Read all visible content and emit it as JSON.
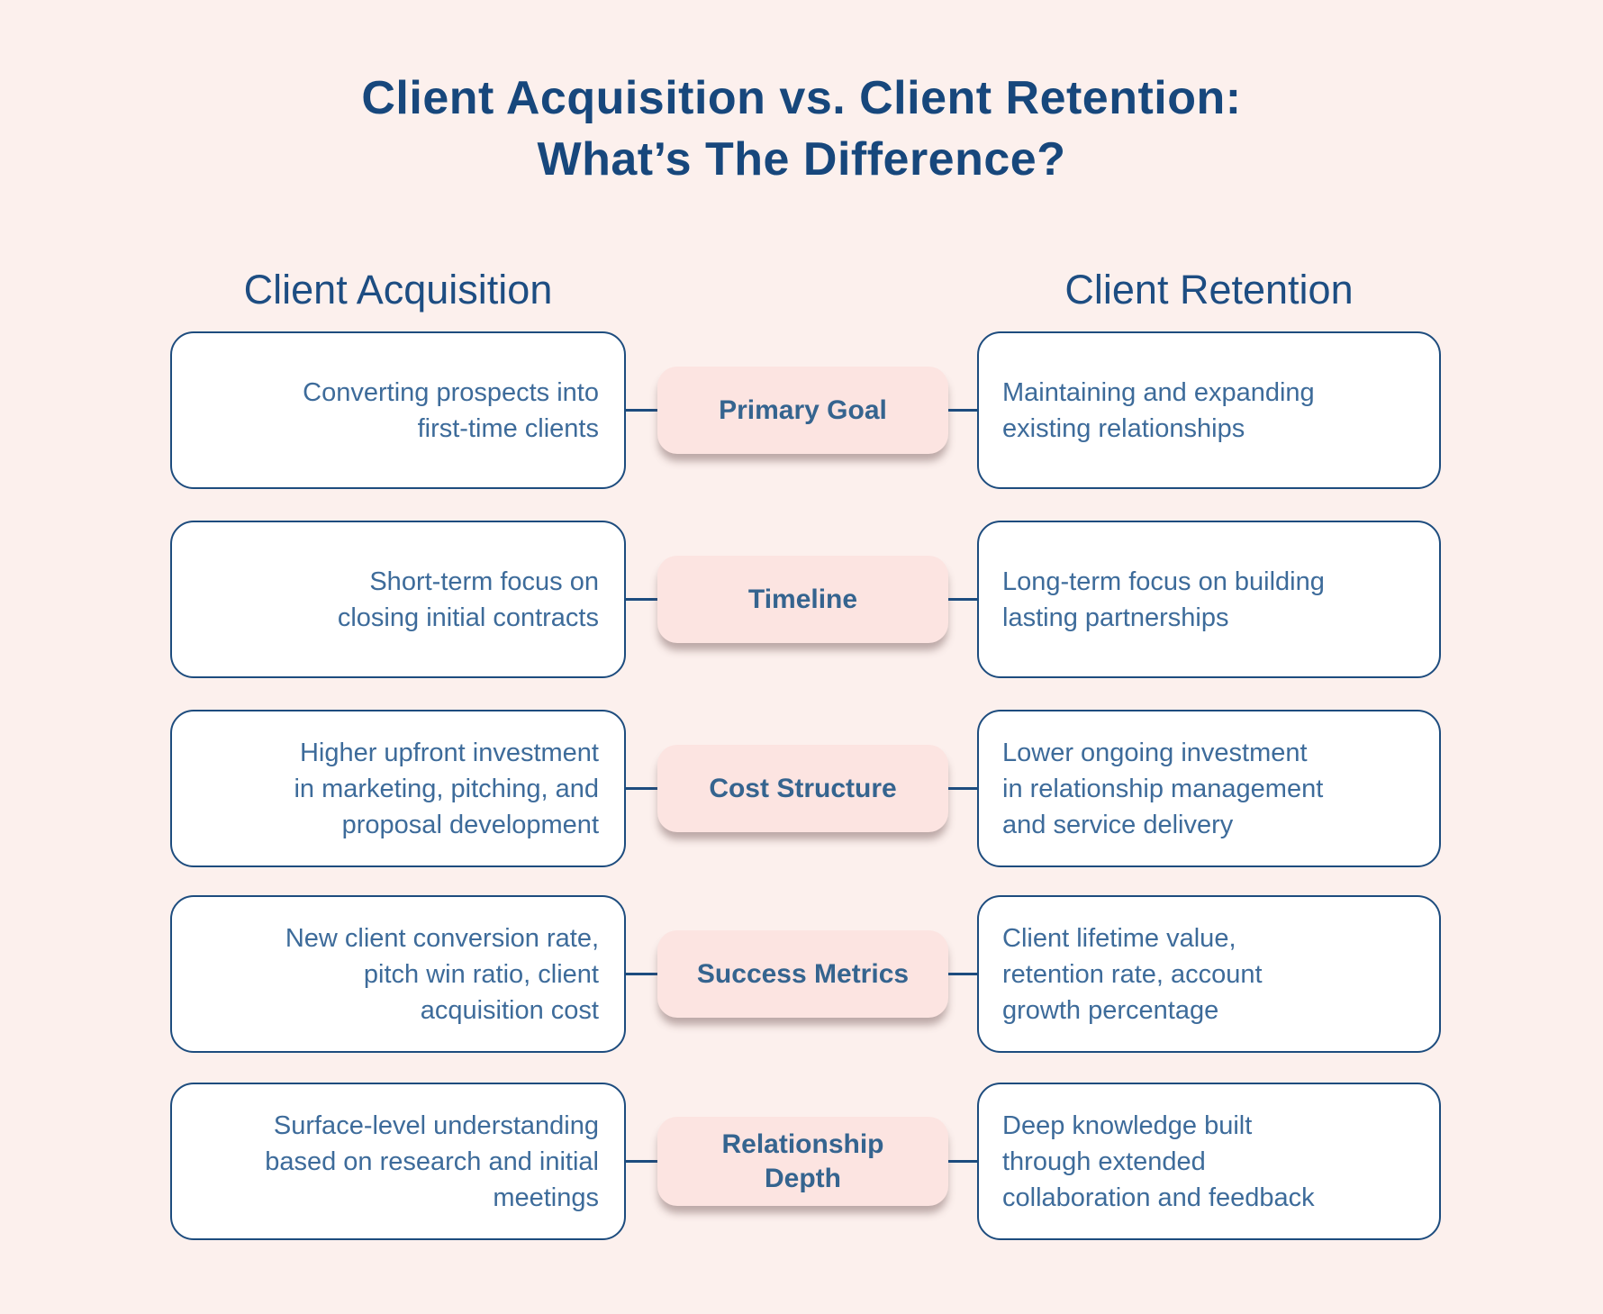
{
  "page": {
    "title": "Client Acquisition vs. Client Retention:\nWhat’s The Difference?",
    "colors": {
      "background": "#fcf0ed",
      "navy": "#1d4c7e",
      "title_navy": "#17477c",
      "body_blue": "#3d6b9a",
      "pill_pink": "#fce4e1",
      "box_white": "#ffffff"
    }
  },
  "columns": {
    "left": "Client Acquisition",
    "right": "Client Retention"
  },
  "rows": [
    {
      "label": "Primary Goal",
      "acquisition": "Converting prospects into\nfirst-time clients",
      "retention": "Maintaining and expanding\nexisting relationships"
    },
    {
      "label": "Timeline",
      "acquisition": "Short-term focus on\nclosing initial contracts",
      "retention": "Long-term focus on building\nlasting partnerships"
    },
    {
      "label": "Cost Structure",
      "acquisition": "Higher upfront investment\nin marketing, pitching, and\nproposal development",
      "retention": "Lower ongoing investment\nin relationship management\nand service delivery"
    },
    {
      "label": "Success Metrics",
      "acquisition": "New client conversion rate,\npitch win ratio, client\nacquisition cost",
      "retention": "Client lifetime value,\nretention rate, account\ngrowth percentage"
    },
    {
      "label": "Relationship\nDepth",
      "acquisition": "Surface-level understanding\nbased on research and initial\nmeetings",
      "retention": "Deep knowledge built\nthrough extended\ncollaboration and feedback"
    }
  ]
}
